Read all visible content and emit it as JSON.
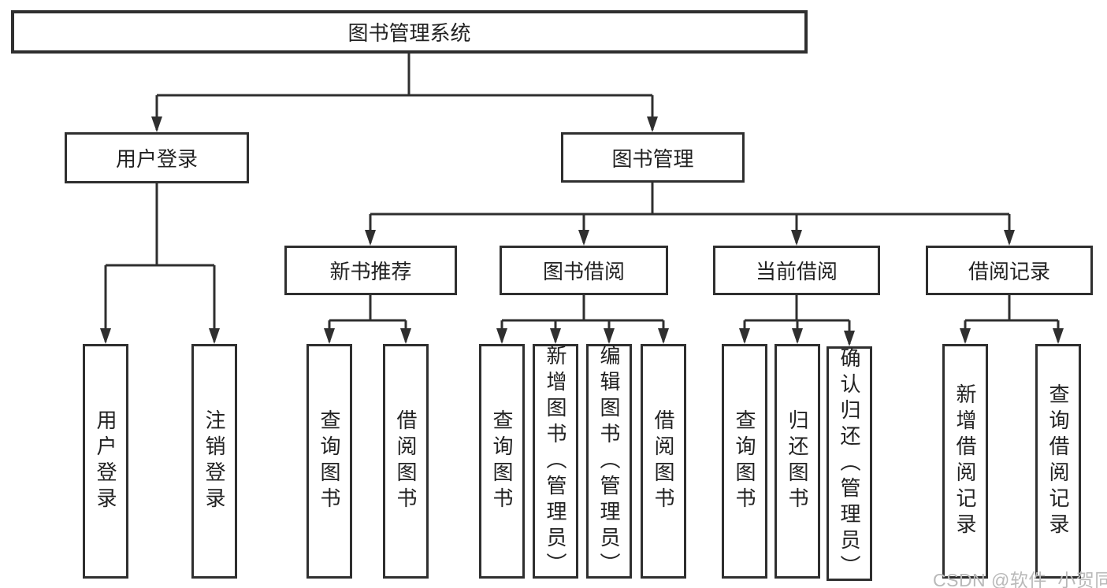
{
  "tree": {
    "root": {
      "label": "图书管理系统"
    },
    "branches": [
      {
        "label": "用户登录",
        "children": [
          {
            "label": "用户登录"
          },
          {
            "label": "注销登录"
          }
        ]
      },
      {
        "label": "图书管理",
        "children": [
          {
            "label": "新书推荐",
            "children": [
              {
                "label": "查询图书"
              },
              {
                "label": "借阅图书"
              }
            ]
          },
          {
            "label": "图书借阅",
            "children": [
              {
                "label": "查询图书"
              },
              {
                "label": "新增图书（管理员）"
              },
              {
                "label": "编辑图书（管理员）"
              },
              {
                "label": "借阅图书"
              }
            ]
          },
          {
            "label": "当前借阅",
            "children": [
              {
                "label": "查询图书"
              },
              {
                "label": "归还图书"
              },
              {
                "label": "确认归还（管理员）"
              }
            ]
          },
          {
            "label": "借阅记录",
            "children": [
              {
                "label": "新增借阅记录"
              },
              {
                "label": "查询借阅记录"
              }
            ]
          }
        ]
      }
    ]
  },
  "watermark": "CSDN @软件_小贺同学",
  "colors": {
    "line": "#2f2f2f",
    "text": "#222222",
    "box_fill": "#ffffff",
    "watermark": "#b9b9b9",
    "background": "#ffffff"
  }
}
